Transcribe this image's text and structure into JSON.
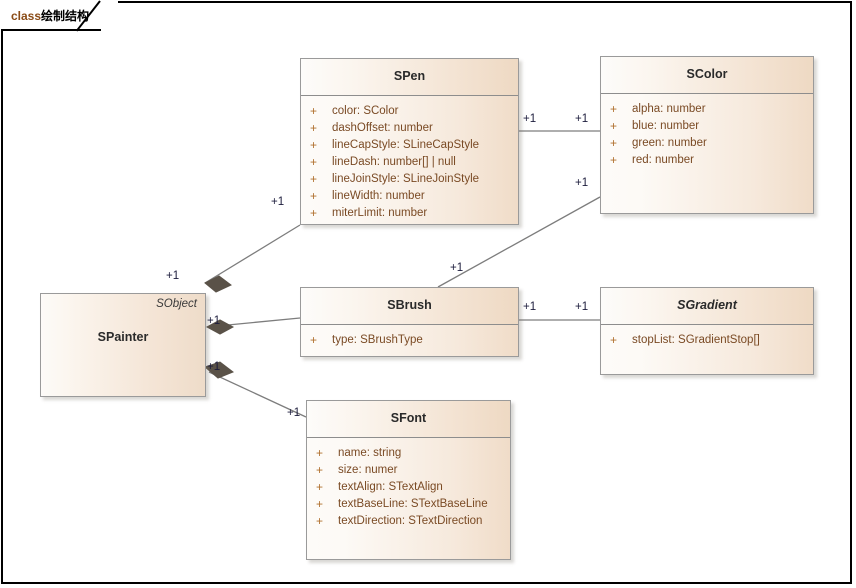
{
  "diagram": {
    "tab_keyword": "class",
    "tab_title": "绘制结构",
    "frame_color": "#000000",
    "box_border_color": "#9a9a9a",
    "attr_text_color": "#7a4a24",
    "visibility_color": "#b0702e",
    "connector_color": "#7d7d7d"
  },
  "classes": {
    "spainter": {
      "name": "SPainter",
      "stereotype": "SObject",
      "abstract": false,
      "attributes": []
    },
    "spen": {
      "name": "SPen",
      "stereotype": "",
      "abstract": false,
      "attributes": [
        {
          "visibility": "+",
          "text": "color: SColor"
        },
        {
          "visibility": "+",
          "text": "dashOffset: number"
        },
        {
          "visibility": "+",
          "text": "lineCapStyle: SLineCapStyle"
        },
        {
          "visibility": "+",
          "text": "lineDash: number[] | null"
        },
        {
          "visibility": "+",
          "text": "lineJoinStyle: SLineJoinStyle"
        },
        {
          "visibility": "+",
          "text": "lineWidth: number"
        },
        {
          "visibility": "+",
          "text": "miterLimit: number"
        }
      ]
    },
    "scolor": {
      "name": "SColor",
      "stereotype": "",
      "abstract": false,
      "attributes": [
        {
          "visibility": "+",
          "text": "alpha: number"
        },
        {
          "visibility": "+",
          "text": "blue: number"
        },
        {
          "visibility": "+",
          "text": "green: number"
        },
        {
          "visibility": "+",
          "text": "red: number"
        }
      ]
    },
    "sbrush": {
      "name": "SBrush",
      "stereotype": "",
      "abstract": false,
      "attributes": [
        {
          "visibility": "+",
          "text": "type: SBrushType"
        }
      ]
    },
    "sgradient": {
      "name": "SGradient",
      "stereotype": "",
      "abstract": true,
      "attributes": [
        {
          "visibility": "+",
          "text": "stopList: SGradientStop[]"
        }
      ]
    },
    "sfont": {
      "name": "SFont",
      "stereotype": "",
      "abstract": false,
      "attributes": [
        {
          "visibility": "+",
          "text": "name: string"
        },
        {
          "visibility": "+",
          "text": "size: numer"
        },
        {
          "visibility": "+",
          "text": "textAlign: STextAlign"
        },
        {
          "visibility": "+",
          "text": "textBaseLine: STextBaseLine"
        },
        {
          "visibility": "+",
          "text": "textDirection: STextDirection"
        }
      ]
    }
  },
  "multiplicities": {
    "painter_pen_src": "+1",
    "painter_pen_dst": "+1",
    "painter_brush_src": "+1",
    "painter_brush_dst": "+1",
    "painter_font_src": "+1",
    "painter_font_dst": "+1",
    "pen_color_src": "+1",
    "pen_color_dst": "+1",
    "brush_color_src": "+1",
    "brush_color_dst": "+1",
    "brush_gradient_src": "+1",
    "brush_gradient_dst": "+1"
  }
}
